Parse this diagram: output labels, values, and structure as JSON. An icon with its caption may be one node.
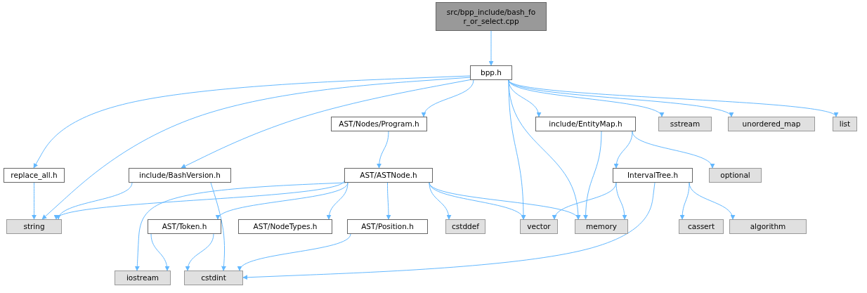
{
  "diagram": {
    "nodes": [
      {
        "text": [
          "src/bpp_include/bash_for_or_select.cpp"
        ]
      },
      {
        "text": [
          "bpp.h"
        ]
      },
      {
        "text": [
          "replace_all.h"
        ]
      },
      {
        "text": [
          "include/BashVersion.h"
        ]
      },
      {
        "text": [
          "AST/Nodes/Program.h"
        ]
      },
      {
        "text": [
          "AST/ASTNode.h"
        ]
      },
      {
        "text": [
          "include/EntityMap.h"
        ]
      },
      {
        "text": [
          "IntervalTree.h"
        ]
      },
      {
        "text": [
          "string"
        ]
      },
      {
        "text": [
          "AST/Token.h"
        ]
      },
      {
        "text": [
          "AST/NodeTypes.h"
        ]
      },
      {
        "text": [
          "AST/Position.h"
        ]
      },
      {
        "text": [
          "cstddef"
        ]
      },
      {
        "text": [
          "vector"
        ]
      },
      {
        "text": [
          "memory"
        ]
      },
      {
        "text": [
          "cassert"
        ]
      },
      {
        "text": [
          "algorithm"
        ]
      },
      {
        "text": [
          "iostream"
        ]
      },
      {
        "text": [
          "cstdint"
        ]
      },
      {
        "text": [
          "optional"
        ]
      },
      {
        "text": [
          "sstream"
        ]
      },
      {
        "text": [
          "unordered_map"
        ]
      },
      {
        "text": [
          "list"
        ]
      }
    ],
    "edges": [
      {
        "from": 0,
        "to": 1,
        "arrow": "to"
      },
      {
        "from": 1,
        "to": 2,
        "arrow": "to"
      },
      {
        "from": 1,
        "to": 8,
        "arrow": "to"
      },
      {
        "from": 1,
        "to": 3,
        "arrow": "to"
      },
      {
        "from": 1,
        "to": 4,
        "arrow": "to"
      },
      {
        "from": 1,
        "to": 13,
        "arrow": "to"
      },
      {
        "from": 1,
        "to": 14,
        "arrow": "to"
      },
      {
        "from": 1,
        "to": 6,
        "arrow": "to"
      },
      {
        "from": 1,
        "to": 20,
        "arrow": "to"
      },
      {
        "from": 1,
        "to": 21,
        "arrow": "to"
      },
      {
        "from": 1,
        "to": 22,
        "arrow": "to"
      },
      {
        "from": 2,
        "to": 8,
        "arrow": "to"
      },
      {
        "from": 3,
        "to": 8,
        "arrow": "to"
      },
      {
        "from": 3,
        "to": 18,
        "arrow": "to"
      },
      {
        "from": 4,
        "to": 5,
        "arrow": "to"
      },
      {
        "from": 5,
        "to": 8,
        "arrow": "to"
      },
      {
        "from": 5,
        "to": 17,
        "arrow": "to"
      },
      {
        "from": 5,
        "to": 9,
        "arrow": "to"
      },
      {
        "from": 5,
        "to": 10,
        "arrow": "to"
      },
      {
        "from": 5,
        "to": 11,
        "arrow": "to"
      },
      {
        "from": 5,
        "to": 12,
        "arrow": "to"
      },
      {
        "from": 5,
        "to": 13,
        "arrow": "to"
      },
      {
        "from": 5,
        "to": 14,
        "arrow": "to"
      },
      {
        "from": 6,
        "to": 14,
        "arrow": "to"
      },
      {
        "from": 6,
        "to": 7,
        "arrow": "to"
      },
      {
        "from": 6,
        "to": 19,
        "arrow": "to"
      },
      {
        "from": 7,
        "to": 13,
        "arrow": "to"
      },
      {
        "from": 7,
        "to": 14,
        "arrow": "to"
      },
      {
        "from": 7,
        "to": 18,
        "arrow": "to"
      },
      {
        "from": 7,
        "to": 15,
        "arrow": "to"
      },
      {
        "from": 7,
        "to": 16,
        "arrow": "to"
      },
      {
        "from": 9,
        "to": 17,
        "arrow": "to"
      },
      {
        "from": 9,
        "to": 18,
        "arrow": "to"
      },
      {
        "from": 11,
        "to": 18,
        "arrow": "to"
      }
    ]
  }
}
